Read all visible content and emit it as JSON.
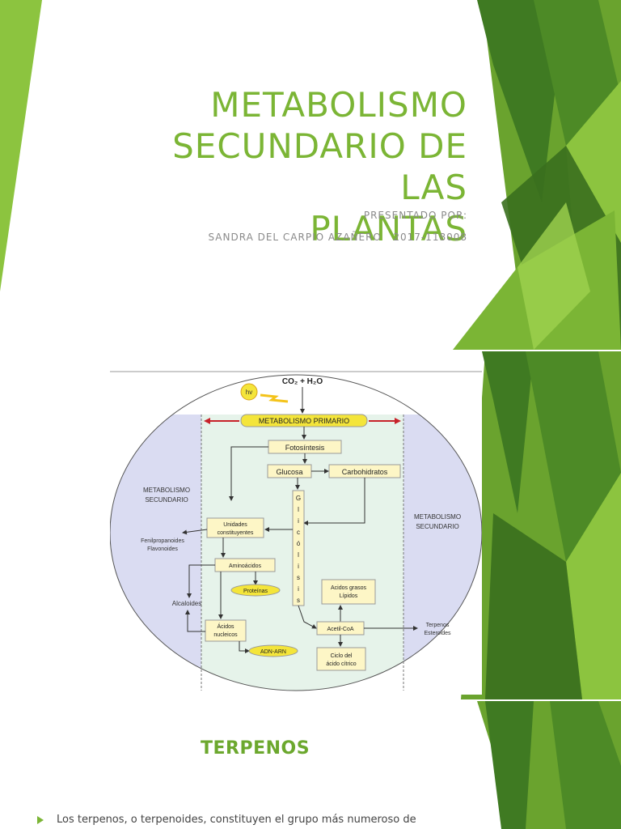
{
  "slide1": {
    "title_lines": [
      "METABOLISMO",
      "SECUNDARIO DE LAS",
      "PLANTAS"
    ],
    "presented_by": "PRESENTADO POR:",
    "author": "SANDRA DEL CARPIO AZAÑERO   2017-118008"
  },
  "slide2": {
    "diagram": {
      "co2_h2o": "CO₂ + H₂O",
      "sun": "hv",
      "primary": "METABOLISMO PRIMARIO",
      "secondary_left": [
        "METABOLISMO",
        "SECUNDARIO"
      ],
      "secondary_right": [
        "METABOLISMO",
        "SECUNDARIO"
      ],
      "fotosintesis": "Fotosíntesis",
      "glucosa": "Glucosa",
      "carbohidratos": "Carbohidratos",
      "glicolisis_letters": [
        "G",
        "l",
        "i",
        "c",
        "ó",
        "l",
        "i",
        "s",
        "i",
        "s"
      ],
      "unidades": [
        "Unidades",
        "constituyentes"
      ],
      "fenil": [
        "Fenilpropanoides",
        "Flavonoides"
      ],
      "aminoacidos": "Aminoácidos",
      "proteinas": "Proteínas",
      "alcaloides": "Alcaloides",
      "acidos_nucleicos": [
        "Ácidos",
        "nucleicos"
      ],
      "adn": "ADN-ARN",
      "acidos_grasos": [
        "Acidos grasos",
        "Lípidos"
      ],
      "acetil": "Acetil-CoA",
      "terpenos": [
        "Terpenos",
        "Esteroides"
      ],
      "ciclo": [
        "Ciclo del",
        "ácido cítrico"
      ]
    }
  },
  "slide3": {
    "heading": "TERPENOS",
    "bullet": "Los terpenos, o terpenoides, constituyen el grupo más numeroso de"
  },
  "colors": {
    "title_green": "#7bb535",
    "dark_green": "#4a7f23",
    "light_green": "#8cc43f",
    "diagram_green": "#e6f3ea",
    "diagram_lavender": "#dadcf2",
    "box_fill": "#fdf6c6",
    "oval_fill": "#f4e53a"
  }
}
